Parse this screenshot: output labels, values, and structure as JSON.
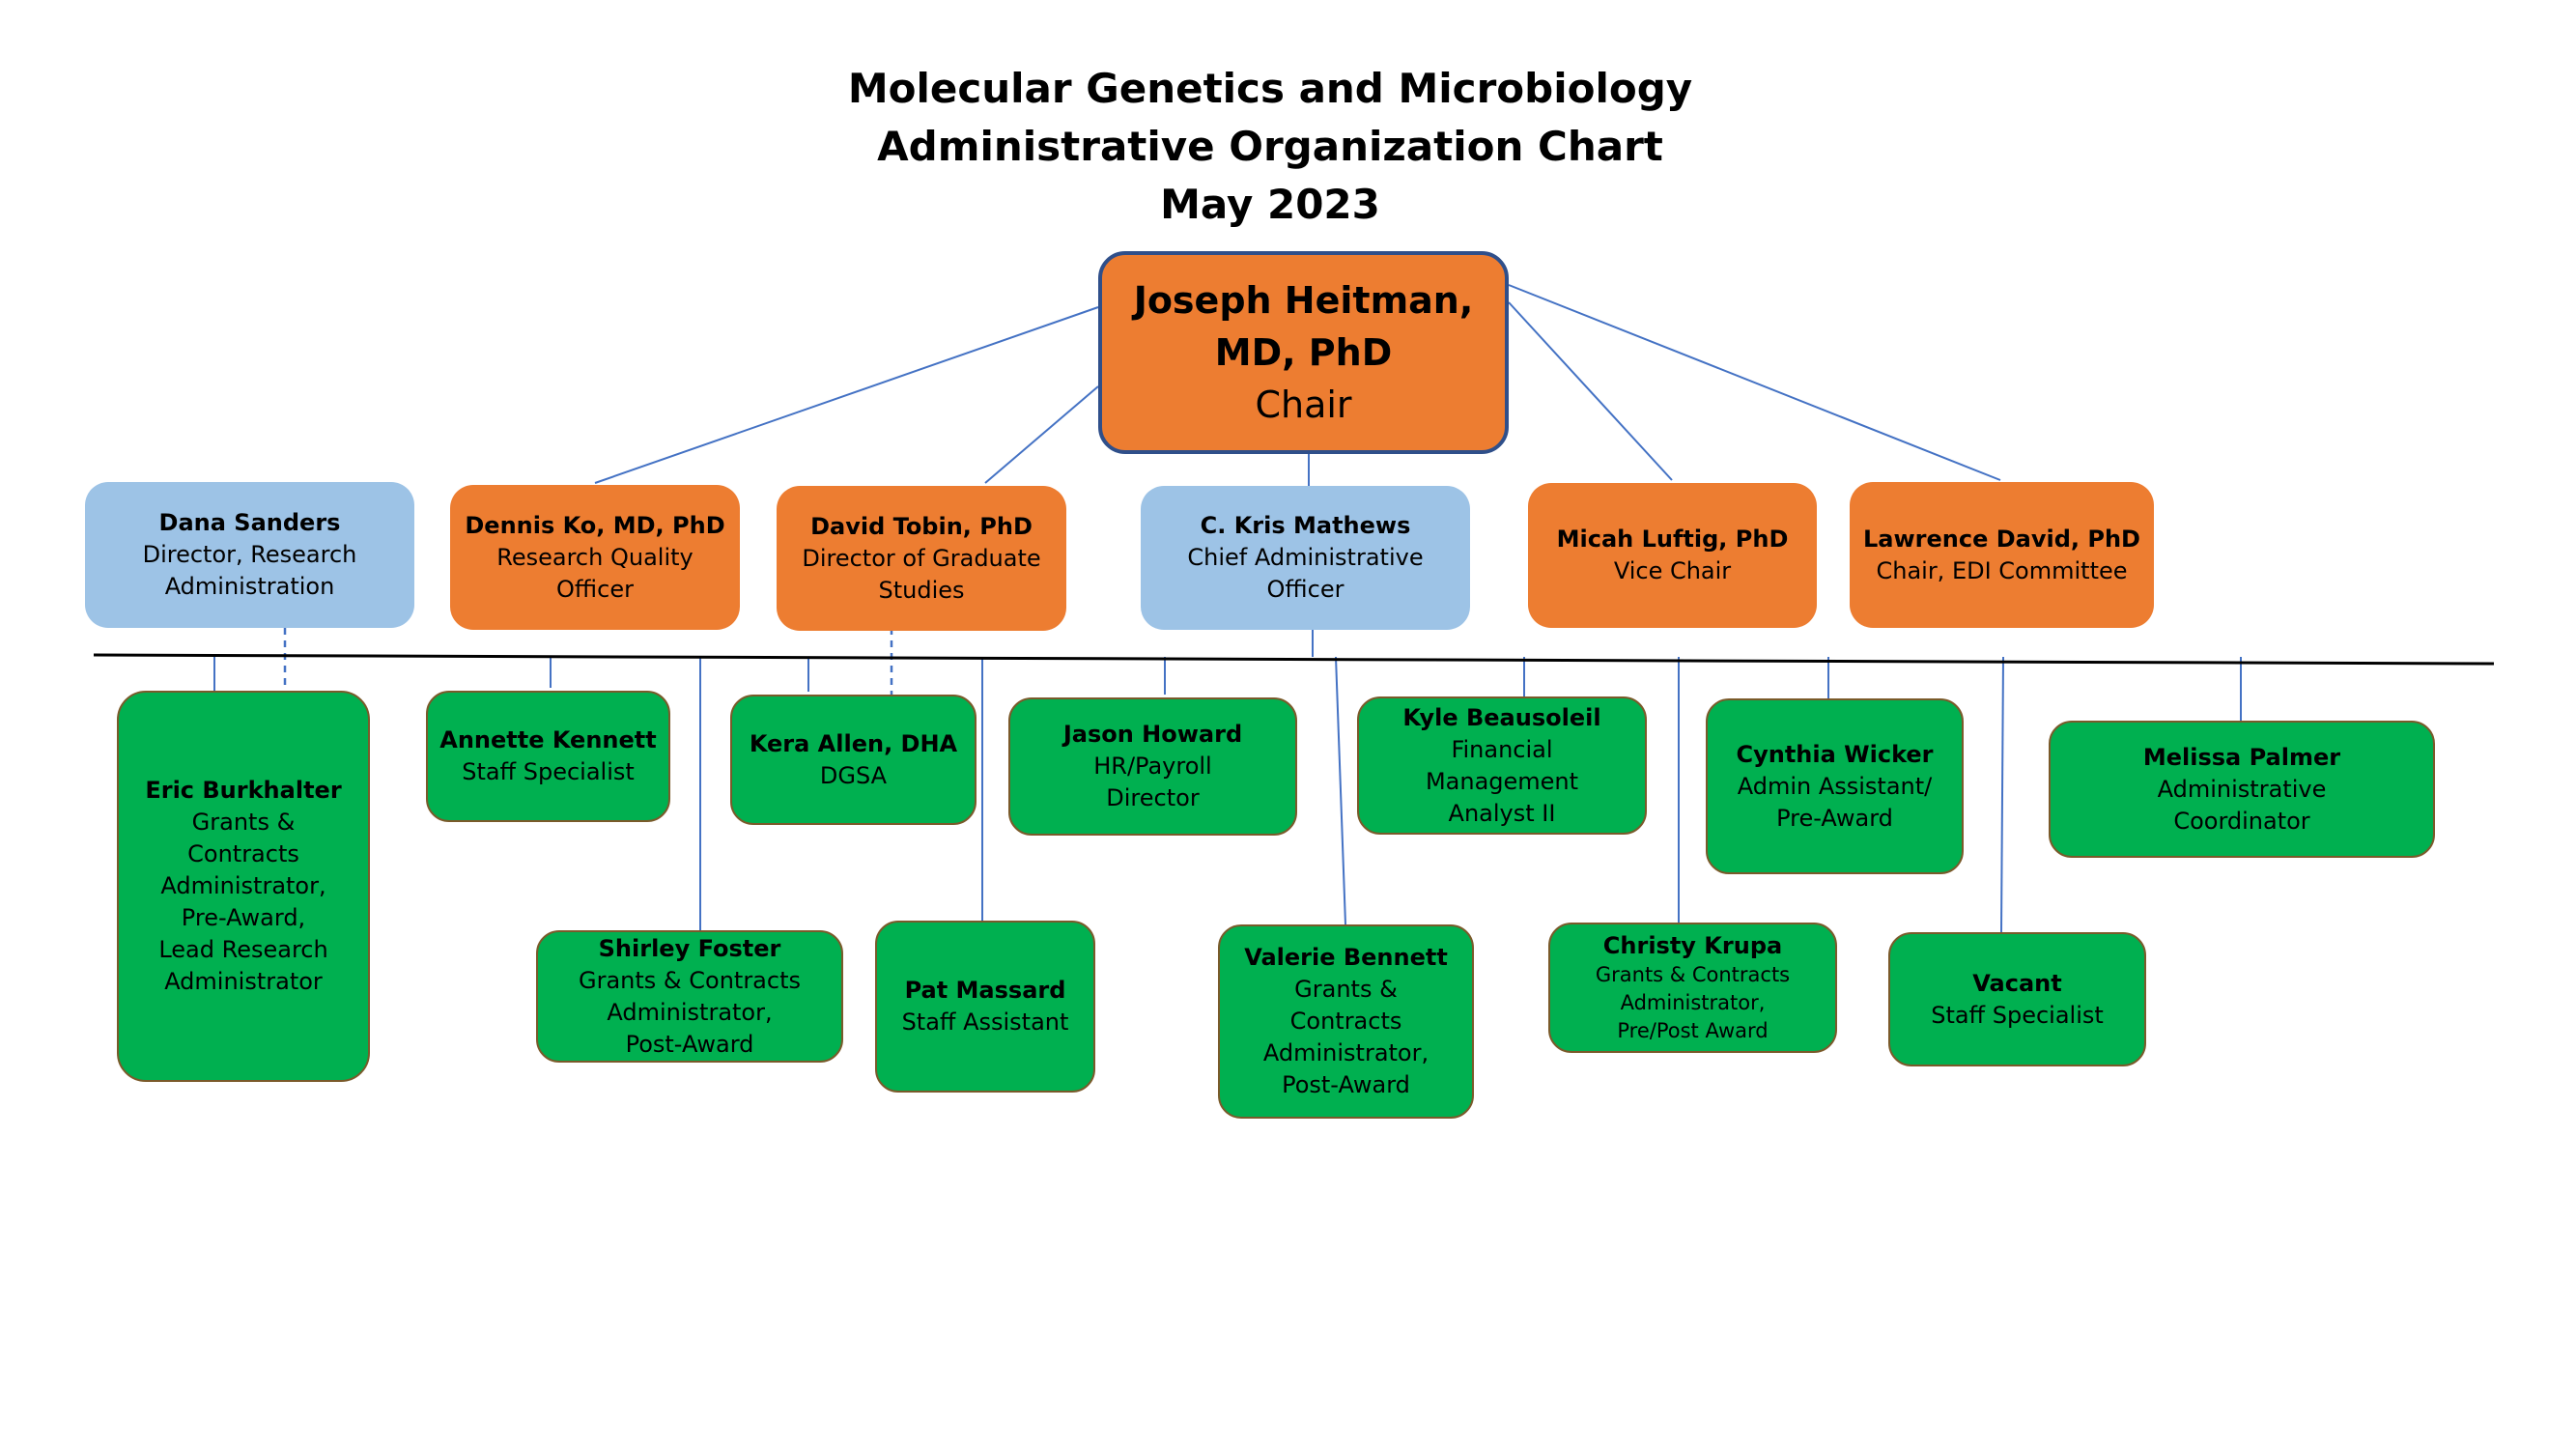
{
  "title": {
    "line1": "Molecular Genetics and Microbiology",
    "line2": "Administrative Organization Chart",
    "line3": "May 2023"
  },
  "chair": {
    "name1": "Joseph Heitman,",
    "name2": "MD, PhD",
    "role": "Chair"
  },
  "directs": [
    {
      "name": "Dana Sanders",
      "role1": "Director, Research",
      "role2": "Administration"
    },
    {
      "name": "Dennis Ko, MD, PhD",
      "role1": "Research Quality",
      "role2": "Officer"
    },
    {
      "name": "David Tobin, PhD",
      "role1": "Director of Graduate",
      "role2": "Studies"
    },
    {
      "name": "C. Kris Mathews",
      "role1": "Chief Administrative",
      "role2": "Officer"
    },
    {
      "name": "Micah Luftig, PhD",
      "role1": "Vice Chair"
    },
    {
      "name": "Lawrence David, PhD",
      "role1": "Chair, EDI Committee"
    }
  ],
  "staff": [
    {
      "name": "Eric Burkhalter",
      "l1": "Grants &",
      "l2": "Contracts",
      "l3": "Administrator,",
      "l4": "Pre-Award,",
      "l5": "Lead Research",
      "l6": "Administrator"
    },
    {
      "name": "Annette Kennett",
      "l1": "Staff Specialist"
    },
    {
      "name": "Kera Allen, DHA",
      "l1": "DGSA"
    },
    {
      "name": "Jason Howard",
      "l1": "HR/Payroll",
      "l2": "Director"
    },
    {
      "name": "Kyle Beausoleil",
      "l1": "Financial",
      "l2": "Management",
      "l3": "Analyst II"
    },
    {
      "name": "Cynthia Wicker",
      "l1": "Admin Assistant/",
      "l2": "Pre-Award"
    },
    {
      "name": "Melissa Palmer",
      "l1": "Administrative",
      "l2": "Coordinator"
    },
    {
      "name": "Shirley Foster",
      "l1": "Grants & Contracts",
      "l2": "Administrator,",
      "l3": "Post-Award"
    },
    {
      "name": "Pat Massard",
      "l1": "Staff Assistant"
    },
    {
      "name": "Valerie Bennett",
      "l1": "Grants &",
      "l2": "Contracts",
      "l3": "Administrator,",
      "l4": "Post-Award"
    },
    {
      "name": "Christy Krupa",
      "l1": "Grants & Contracts",
      "l2": "Administrator,",
      "l3": "Pre/Post Award"
    },
    {
      "name": "Vacant",
      "l1": "Staff Specialist"
    }
  ]
}
